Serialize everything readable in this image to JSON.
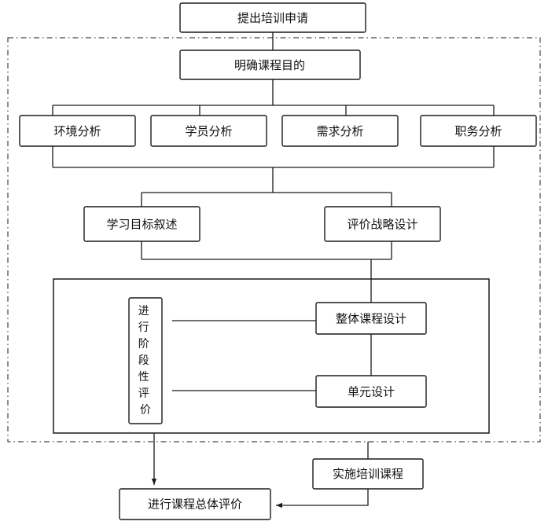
{
  "diagram": {
    "title_text": "",
    "colors": {
      "background": "#ffffff",
      "stroke": "#1a1a1a",
      "dashed_stroke": "#444444",
      "text": "#111111",
      "fill": "#ffffff"
    },
    "nodes": {
      "training_request": "提出培训申请",
      "course_purpose": "明确课程目的",
      "environment_analysis": "环境分析",
      "trainee_analysis": "学员分析",
      "needs_analysis": "需求分析",
      "job_analysis": "职务分析",
      "learning_objectives": "学习目标叙述",
      "evaluation_strategy": "评价战略设计",
      "stage_evaluation": "进行阶段性评价",
      "overall_course_design": "整体课程设计",
      "unit_design": "单元设计",
      "implement_training": "实施培训课程",
      "overall_evaluation": "进行课程总体评价"
    },
    "stage_evaluation_chars": [
      "进",
      "行",
      "阶",
      "段",
      "性",
      "评",
      "价"
    ],
    "regions": {
      "dashed_boundary_label": "",
      "inner_group_label": ""
    }
  }
}
